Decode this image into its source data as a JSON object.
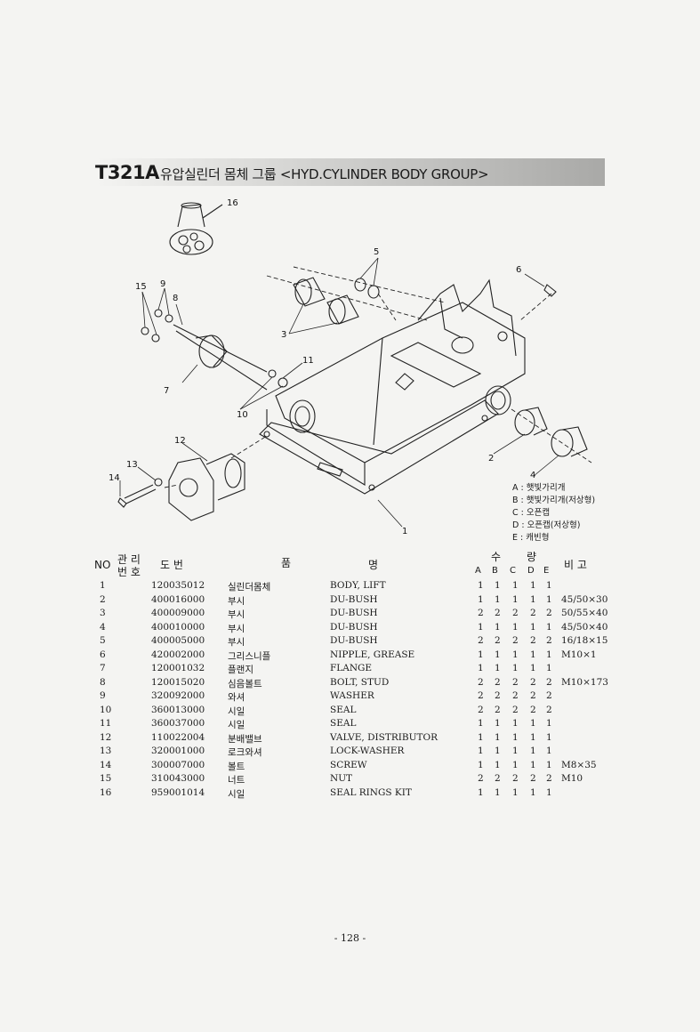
{
  "header": {
    "code": "T321A",
    "title": "유압실린더 몸체 그룹 <HYD.CYLINDER BODY GROUP>"
  },
  "callouts": [
    "1",
    "2",
    "3",
    "4",
    "5",
    "6",
    "7",
    "8",
    "9",
    "10",
    "11",
    "12",
    "13",
    "14",
    "15",
    "16"
  ],
  "legend": [
    "A : 햇빛가리개",
    "B : 햇빛가리개(저상형)",
    "C : 오픈캡",
    "D : 오픈캡(저상형)",
    "E : 캐빈형"
  ],
  "table_header": {
    "no": "NO",
    "mgmt_top": "관 리",
    "mgmt_bottom": "번 호",
    "drawing_no": "도  번",
    "name_1": "품",
    "name_2": "명",
    "qty_1": "수",
    "qty_2": "량",
    "variants": [
      "A",
      "B",
      "C",
      "D",
      "E"
    ],
    "remark": "비  고"
  },
  "rows": [
    {
      "no": "1",
      "code": "120035012",
      "kr": "실린더몸체",
      "en": "BODY, LIFT",
      "q": [
        "1",
        "1",
        "1",
        "1",
        "1"
      ],
      "remark": ""
    },
    {
      "no": "2",
      "code": "400016000",
      "kr": "부시",
      "en": "DU-BUSH",
      "q": [
        "1",
        "1",
        "1",
        "1",
        "1"
      ],
      "remark": "45/50×30"
    },
    {
      "no": "3",
      "code": "400009000",
      "kr": "부시",
      "en": "DU-BUSH",
      "q": [
        "2",
        "2",
        "2",
        "2",
        "2"
      ],
      "remark": "50/55×40"
    },
    {
      "no": "4",
      "code": "400010000",
      "kr": "부시",
      "en": "DU-BUSH",
      "q": [
        "1",
        "1",
        "1",
        "1",
        "1"
      ],
      "remark": "45/50×40"
    },
    {
      "no": "5",
      "code": "400005000",
      "kr": "부시",
      "en": "DU-BUSH",
      "q": [
        "2",
        "2",
        "2",
        "2",
        "2"
      ],
      "remark": "16/18×15"
    },
    {
      "no": "6",
      "code": "420002000",
      "kr": "그리스니플",
      "en": "NIPPLE, GREASE",
      "q": [
        "1",
        "1",
        "1",
        "1",
        "1"
      ],
      "remark": "M10×1"
    },
    {
      "no": "7",
      "code": "120001032",
      "kr": "플랜지",
      "en": "FLANGE",
      "q": [
        "1",
        "1",
        "1",
        "1",
        "1"
      ],
      "remark": ""
    },
    {
      "no": "8",
      "code": "120015020",
      "kr": "심음볼트",
      "en": "BOLT, STUD",
      "q": [
        "2",
        "2",
        "2",
        "2",
        "2"
      ],
      "remark": "M10×173"
    },
    {
      "no": "9",
      "code": "320092000",
      "kr": "와셔",
      "en": "WASHER",
      "q": [
        "2",
        "2",
        "2",
        "2",
        "2"
      ],
      "remark": ""
    },
    {
      "no": "10",
      "code": "360013000",
      "kr": "시일",
      "en": "SEAL",
      "q": [
        "2",
        "2",
        "2",
        "2",
        "2"
      ],
      "remark": ""
    },
    {
      "no": "11",
      "code": "360037000",
      "kr": "시일",
      "en": "SEAL",
      "q": [
        "1",
        "1",
        "1",
        "1",
        "1"
      ],
      "remark": ""
    },
    {
      "no": "12",
      "code": "110022004",
      "kr": "분배밸브",
      "en": "VALVE, DISTRIBUTOR",
      "q": [
        "1",
        "1",
        "1",
        "1",
        "1"
      ],
      "remark": ""
    },
    {
      "no": "13",
      "code": "320001000",
      "kr": "로크와셔",
      "en": "LOCK-WASHER",
      "q": [
        "1",
        "1",
        "1",
        "1",
        "1"
      ],
      "remark": ""
    },
    {
      "no": "14",
      "code": "300007000",
      "kr": "볼트",
      "en": "SCREW",
      "q": [
        "1",
        "1",
        "1",
        "1",
        "1"
      ],
      "remark": "M8×35"
    },
    {
      "no": "15",
      "code": "310043000",
      "kr": "너트",
      "en": "NUT",
      "q": [
        "2",
        "2",
        "2",
        "2",
        "2"
      ],
      "remark": "M10"
    },
    {
      "no": "16",
      "code": "959001014",
      "kr": "시일",
      "en": "SEAL RINGS KIT",
      "q": [
        "1",
        "1",
        "1",
        "1",
        "1"
      ],
      "remark": ""
    }
  ],
  "footer": {
    "page": "- 128 -"
  }
}
